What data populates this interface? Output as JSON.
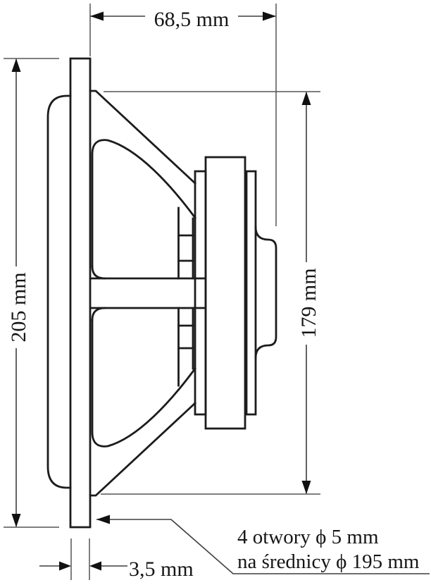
{
  "drawing": {
    "type": "technical-dimension-drawing",
    "subject": "loudspeaker side cross-section",
    "labels": {
      "depth": "68,5 mm",
      "overall_height": "205 mm",
      "mounting_height": "179 mm",
      "flange_thickness": "3,5 mm",
      "holes_note_line1": "4 otwory ϕ 5 mm",
      "holes_note_line2": "na średnicy ϕ 195 mm"
    },
    "colors": {
      "outline": "#1c1c1c",
      "dimension": "#3d3d3d",
      "extension": "#555555",
      "arrow": "#111111",
      "background": "#ffffff"
    }
  }
}
